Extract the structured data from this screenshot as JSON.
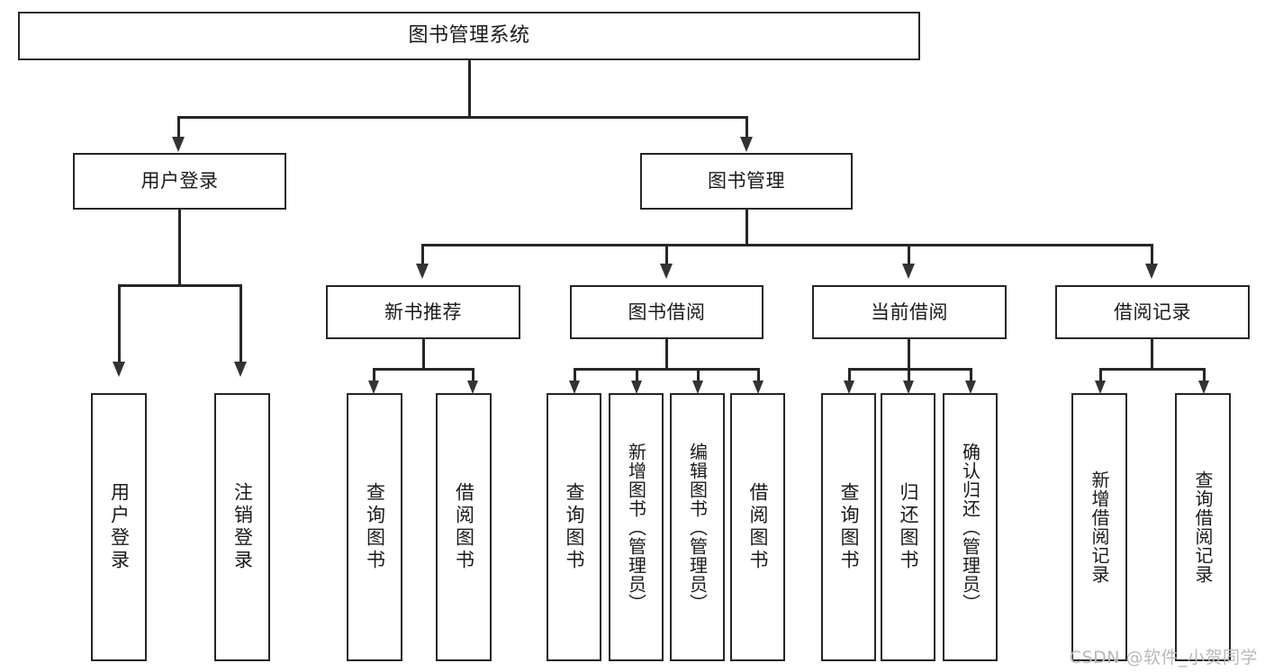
{
  "diagram": {
    "type": "tree-hierarchy",
    "title": "图书管理系统",
    "watermark": "CSDN @软件_小贺同学",
    "colors": {
      "stroke": "#262626",
      "fill": "#ffffff",
      "text": "#1a1a1a",
      "watermark": "#b9b9b9"
    },
    "levels": [
      {
        "level": 1,
        "nodes": [
          {
            "id": "root",
            "label": "图书管理系统",
            "orientation": "horizontal"
          }
        ]
      },
      {
        "level": 2,
        "nodes": [
          {
            "id": "user-login",
            "label": "用户登录",
            "orientation": "horizontal",
            "parent": "root"
          },
          {
            "id": "book-admin",
            "label": "图书管理",
            "orientation": "horizontal",
            "parent": "root"
          }
        ]
      },
      {
        "level": 3,
        "nodes": [
          {
            "id": "new-book-rec",
            "label": "新书推荐",
            "orientation": "horizontal",
            "parent": "book-admin"
          },
          {
            "id": "book-borrow",
            "label": "图书借阅",
            "orientation": "horizontal",
            "parent": "book-admin"
          },
          {
            "id": "current-borrow",
            "label": "当前借阅",
            "orientation": "horizontal",
            "parent": "book-admin"
          },
          {
            "id": "borrow-record",
            "label": "借阅记录",
            "orientation": "horizontal",
            "parent": "book-admin"
          }
        ]
      },
      {
        "level": 4,
        "nodes": [
          {
            "id": "leaf-user-login",
            "label": "用户登录",
            "orientation": "vertical",
            "parent": "user-login"
          },
          {
            "id": "leaf-user-logout",
            "label": "注销登录",
            "orientation": "vertical",
            "parent": "user-login"
          },
          {
            "id": "leaf-query-book-1",
            "label": "查询图书",
            "orientation": "vertical",
            "parent": "new-book-rec"
          },
          {
            "id": "leaf-borrow-book-1",
            "label": "借阅图书",
            "orientation": "vertical",
            "parent": "new-book-rec"
          },
          {
            "id": "leaf-query-book-2",
            "label": "查询图书",
            "orientation": "vertical",
            "parent": "book-borrow"
          },
          {
            "id": "leaf-add-book",
            "label": "新增图书（管理员）",
            "orientation": "vertical",
            "parent": "book-borrow"
          },
          {
            "id": "leaf-edit-book",
            "label": "编辑图书（管理员）",
            "orientation": "vertical",
            "parent": "book-borrow"
          },
          {
            "id": "leaf-borrow-book-2",
            "label": "借阅图书",
            "orientation": "vertical",
            "parent": "book-borrow"
          },
          {
            "id": "leaf-query-book-3",
            "label": "查询图书",
            "orientation": "vertical",
            "parent": "current-borrow"
          },
          {
            "id": "leaf-return-book",
            "label": "归还图书",
            "orientation": "vertical",
            "parent": "current-borrow"
          },
          {
            "id": "leaf-confirm-return",
            "label": "确认归还（管理员）",
            "orientation": "vertical",
            "parent": "current-borrow"
          },
          {
            "id": "leaf-add-record",
            "label": "新增借阅记录",
            "orientation": "vertical",
            "parent": "borrow-record"
          },
          {
            "id": "leaf-query-record",
            "label": "查询借阅记录",
            "orientation": "vertical",
            "parent": "borrow-record"
          }
        ]
      }
    ]
  }
}
